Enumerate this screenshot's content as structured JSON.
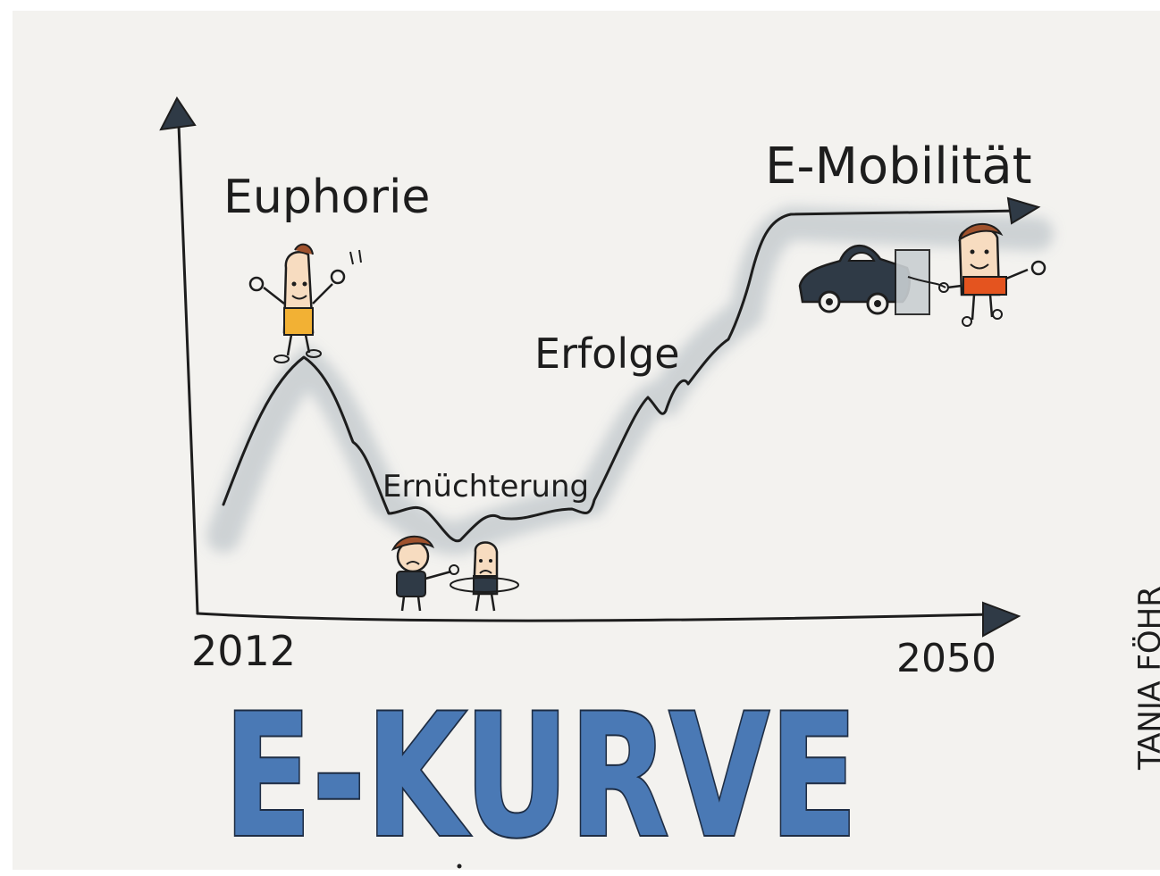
{
  "title": "E-KURVE",
  "author": "TANJA FÖHR",
  "axis": {
    "start": "2012",
    "end": "2050"
  },
  "phases": [
    {
      "label": "Euphorie"
    },
    {
      "label": "Ernüchterung"
    },
    {
      "label": "Erfolge"
    },
    {
      "label": "E-Mobilität"
    }
  ],
  "colors": {
    "background": "#f3f2ef",
    "title_fill": "#4a79b5",
    "line": "#1d1d1d",
    "shadow": "#c9cfd2",
    "shirt_yellow": "#f2b134",
    "shirt_red": "#e4541f",
    "car_dark": "#2f3a46"
  }
}
